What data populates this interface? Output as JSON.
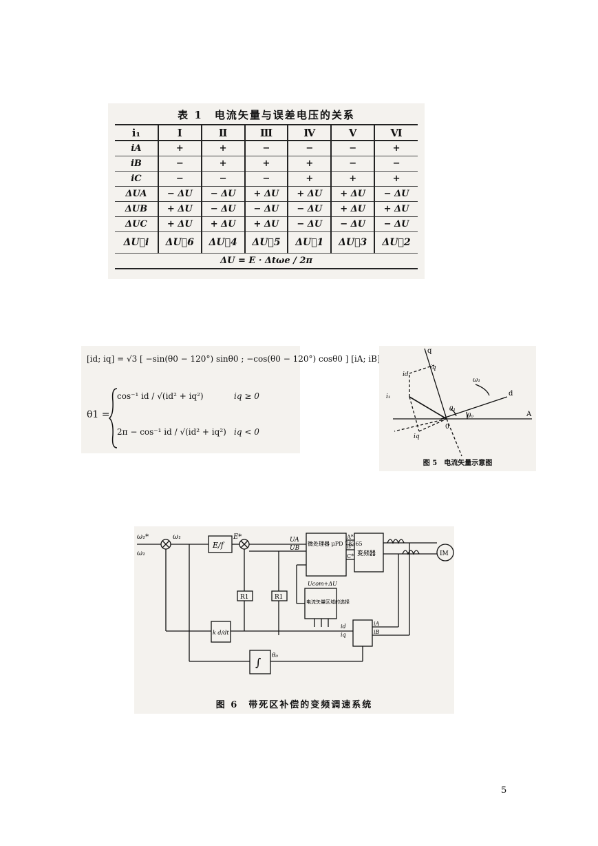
{
  "table1": {
    "title": "表 1　电流矢量与误差电压的关系",
    "header": [
      "i₁",
      "Ⅰ",
      "Ⅱ",
      "Ⅲ",
      "Ⅳ",
      "Ⅴ",
      "Ⅵ"
    ],
    "rows": [
      [
        "iA",
        "+",
        "+",
        "−",
        "−",
        "−",
        "+"
      ],
      [
        "iB",
        "−",
        "+",
        "+",
        "+",
        "−",
        "−"
      ],
      [
        "iC",
        "−",
        "−",
        "−",
        "+",
        "+",
        "+"
      ],
      [
        "ΔUA",
        "− ΔU",
        "− ΔU",
        "+ ΔU",
        "+ ΔU",
        "+ ΔU",
        "− ΔU"
      ],
      [
        "ΔUB",
        "+ ΔU",
        "− ΔU",
        "− ΔU",
        "− ΔU",
        "+ ΔU",
        "+ ΔU"
      ],
      [
        "ΔUC",
        "+ ΔU",
        "+ ΔU",
        "+ ΔU",
        "− ΔU",
        "− ΔU",
        "− ΔU"
      ]
    ],
    "vector_row": [
      "ΔU⃗i",
      "ΔU⃗6",
      "ΔU⃗4",
      "ΔU⃗5",
      "ΔU⃗1",
      "ΔU⃗3",
      "ΔU⃗2"
    ],
    "footer": "ΔU = E · Δtωe / 2π"
  },
  "equations": {
    "line1": "[id; iq] = √3 [ −sin(θ0 − 120°)  sinθ0 ; −cos(θ0 − 120°)  cosθ0 ] [iA; iB]",
    "line2_lhs": "θ1 =",
    "case1": "cos⁻¹ id / √(id² + iq²)",
    "case1_cond": "iq ≥ 0",
    "case2": "2π − cos⁻¹ id / √(id² + iq²)",
    "case2_cond": "iq < 0"
  },
  "fig5": {
    "caption": "图 5　电流矢量示意图",
    "labels": {
      "q": "q",
      "d": "d",
      "a": "A",
      "omega": "ω₁",
      "theta1": "θ₁",
      "theta0": "θ₀",
      "origin": "0",
      "i1": "i₁",
      "iq": "iq",
      "id": "id",
      "iq2": "iq"
    }
  },
  "fig6": {
    "caption": "图 6　带死区补偿的变频调速系统",
    "labels": {
      "omega_ref": "ω₁*",
      "omega_fb": "ω₁",
      "omega_mid": "ω₁",
      "ef": "E/f",
      "e_star": "E*",
      "ua": "UA",
      "ub": "UB",
      "r1a": "R1",
      "r1b": "R1",
      "uc": "微处理器\nμPD\n78365",
      "ucomp": "Ucom+ΔU",
      "inverter": "变频器",
      "phases": [
        "A*",
        "B*",
        "C*"
      ],
      "motor": "IM",
      "selector": "电流矢量区域的选择",
      "kdiff": "k d/dt",
      "integ": "∫",
      "theta0": "θ₀",
      "ia": "iA",
      "ib": "iB",
      "transform_out": [
        "id",
        "iq"
      ]
    }
  },
  "page_number": "5"
}
